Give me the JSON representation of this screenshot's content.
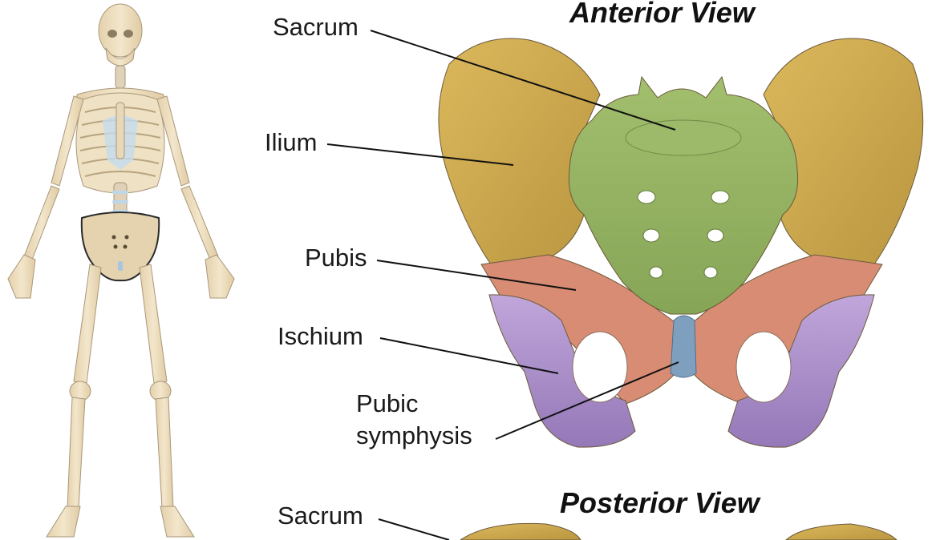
{
  "views": {
    "anterior": "Anterior View",
    "posterior": "Posterior View"
  },
  "labels": {
    "sacrum": "Sacrum",
    "ilium": "Ilium",
    "pubis": "Pubis",
    "ischium": "Ischium",
    "pubic_symphysis_line1": "Pubic",
    "pubic_symphysis_line2": "symphysis",
    "sacrum_posterior": "Sacrum"
  },
  "colors": {
    "ilium": "#cfa94f",
    "sacrum": "#93b062",
    "pubis": "#d98c74",
    "ischium": "#ab8ec9",
    "symphysis": "#7f9fbe",
    "bone": "#ecdcbc",
    "cartilage": "#b8d3e8"
  }
}
